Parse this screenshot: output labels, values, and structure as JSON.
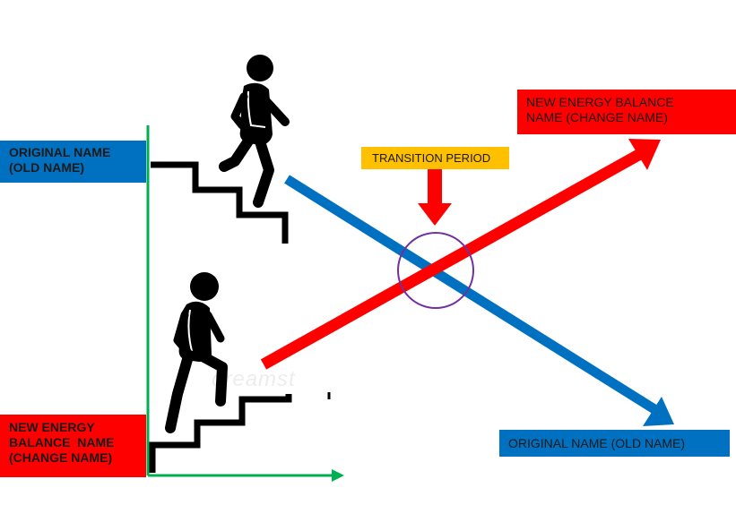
{
  "labels": {
    "original_top": [
      "ORIGINAL NAME",
      "(OLD NAME)"
    ],
    "new_bottom": [
      "NEW ENERGY",
      "BALANCE  NAME",
      "(CHANGE NAME)"
    ],
    "new_top": [
      "NEW ENERGY BALANCE",
      "NAME (CHANGE NAME)"
    ],
    "transition": "TRANSITION PERIOD",
    "original_bottom": "ORIGINAL NAME (OLD NAME)"
  },
  "watermark": "dreamst",
  "colors": {
    "blue": "#0070c0",
    "red": "#ff0000",
    "yellow": "#ffc000",
    "green": "#00b050",
    "purple": "#7030a0",
    "black": "#000000"
  },
  "icons": {
    "upper_figure": "walking-person-descending-icon",
    "lower_figure": "walking-person-ascending-icon"
  }
}
